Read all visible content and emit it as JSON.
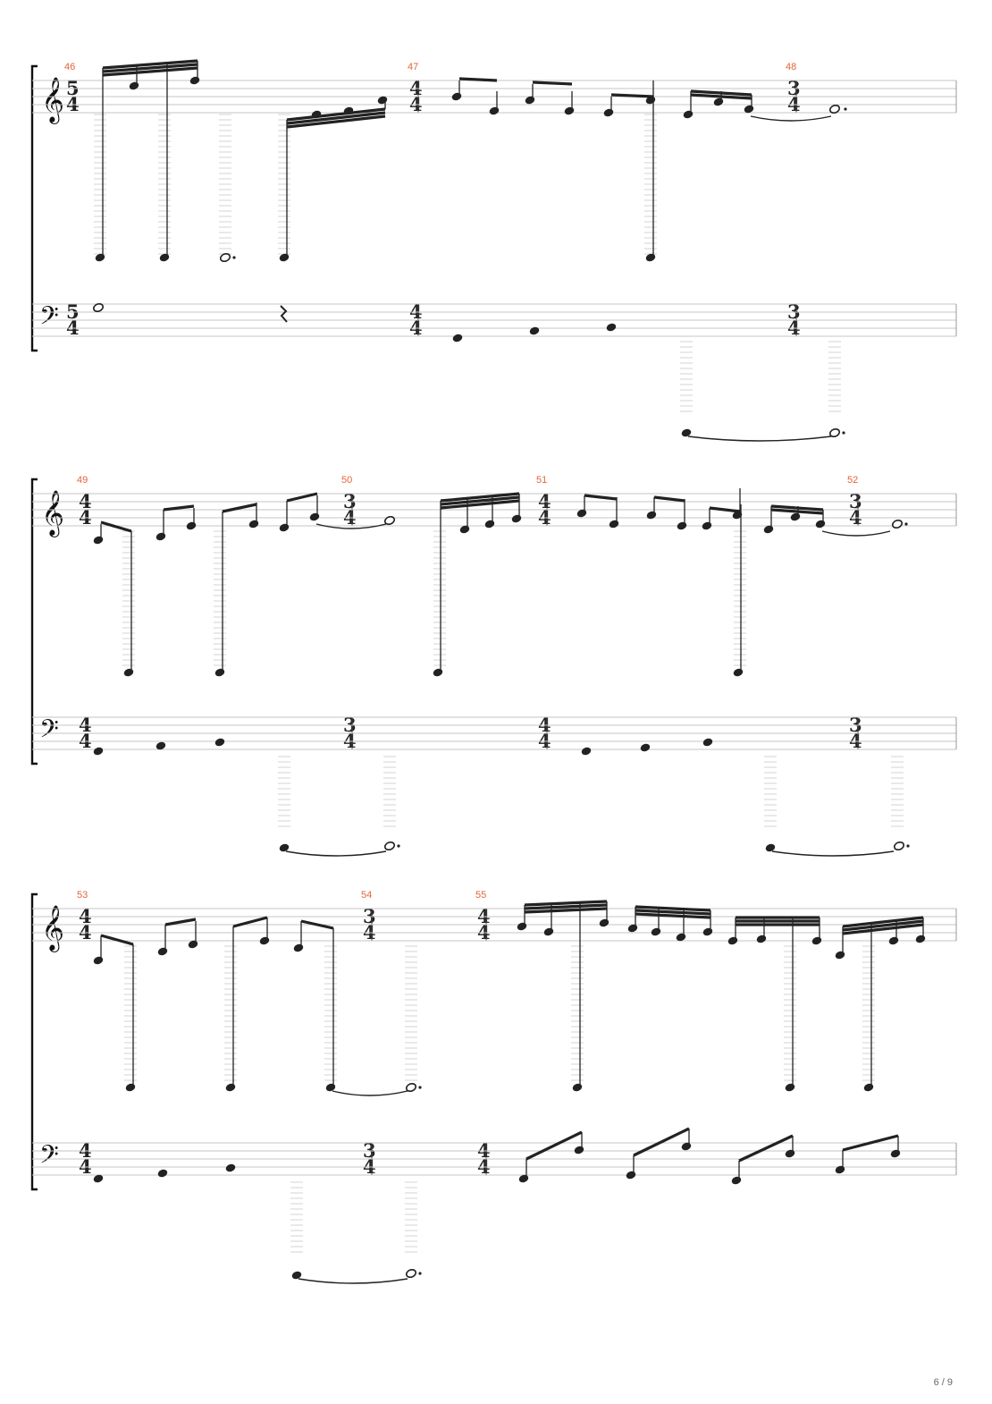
{
  "page": {
    "current": "6",
    "total": "9",
    "label": "6 / 9"
  },
  "colors": {
    "measure_number": "#e8623a",
    "staff_line": "#c4c4c4",
    "ink": "#222222"
  },
  "clefs": {
    "upper": "treble",
    "lower": "bass"
  },
  "systems": [
    {
      "measures": [
        {
          "number": "46",
          "time_signature": "5/4"
        },
        {
          "number": "47",
          "time_signature": "4/4"
        },
        {
          "number": "48",
          "time_signature": "3/4"
        }
      ]
    },
    {
      "measures": [
        {
          "number": "49",
          "time_signature": "4/4"
        },
        {
          "number": "50",
          "time_signature": "3/4"
        },
        {
          "number": "51",
          "time_signature": "4/4"
        },
        {
          "number": "52",
          "time_signature": "3/4"
        }
      ]
    },
    {
      "measures": [
        {
          "number": "53",
          "time_signature": "4/4"
        },
        {
          "number": "54",
          "time_signature": "3/4"
        },
        {
          "number": "55",
          "time_signature": "4/4"
        }
      ]
    }
  ]
}
